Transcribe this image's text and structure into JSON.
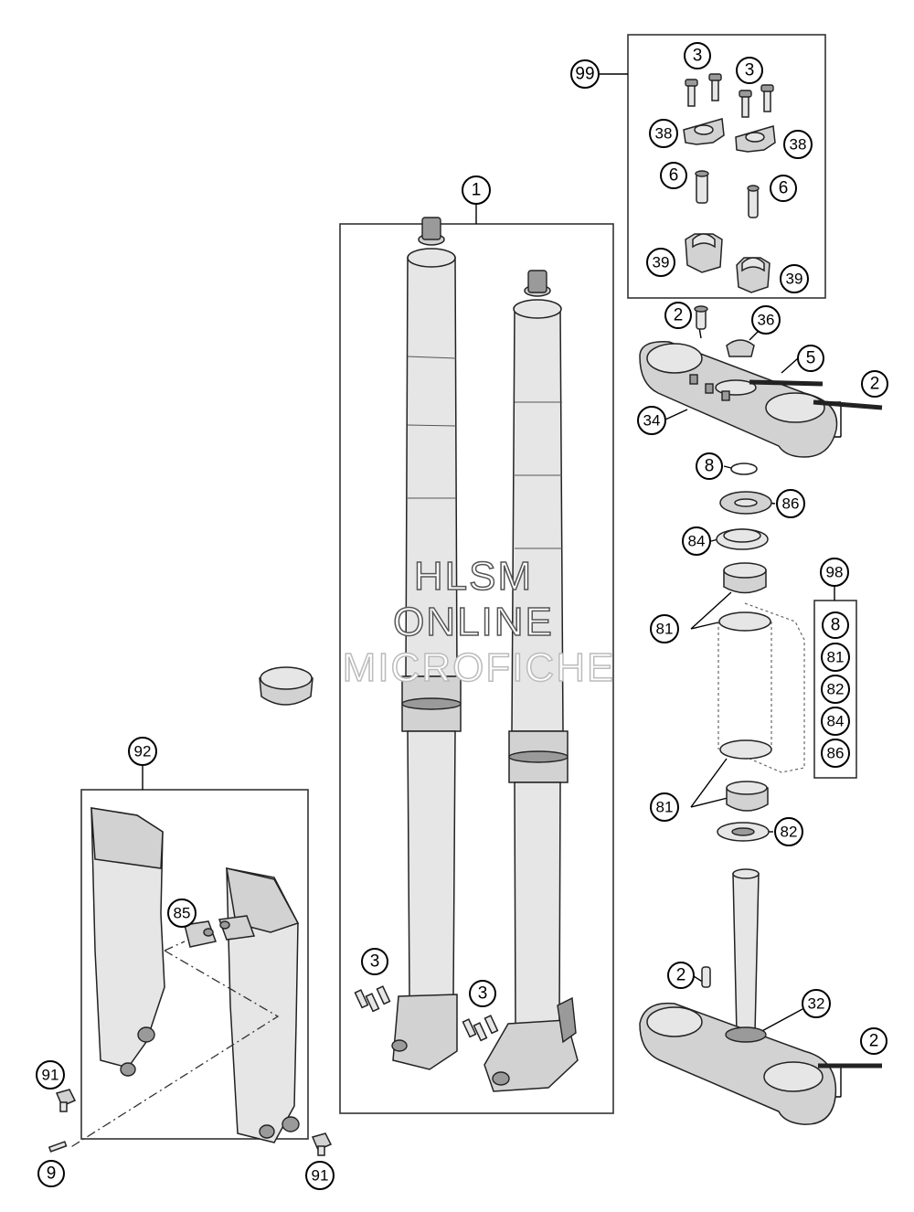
{
  "watermark": {
    "line1": "HLSM",
    "line2": "ONLINE",
    "line3": "MICROFICHE"
  },
  "callouts": {
    "c99": "99",
    "c3a": "3",
    "c3b": "3",
    "c38a": "38",
    "c38b": "38",
    "c6a": "6",
    "c6b": "6",
    "c39a": "39",
    "c39b": "39",
    "c1": "1",
    "c2a": "2",
    "c36": "36",
    "c5": "5",
    "c2b": "2",
    "c34": "34",
    "c8": "8",
    "c86": "86",
    "c84": "84",
    "c81a": "81",
    "c81b": "81",
    "c82": "82",
    "c98": "98",
    "k8": "8",
    "k81": "81",
    "k82": "82",
    "k84": "84",
    "k86": "86",
    "c92": "92",
    "c85": "85",
    "c3c": "3",
    "c3d": "3",
    "c2c": "2",
    "c32": "32",
    "c2d": "2",
    "c91a": "91",
    "c9": "9",
    "c91b": "91"
  }
}
